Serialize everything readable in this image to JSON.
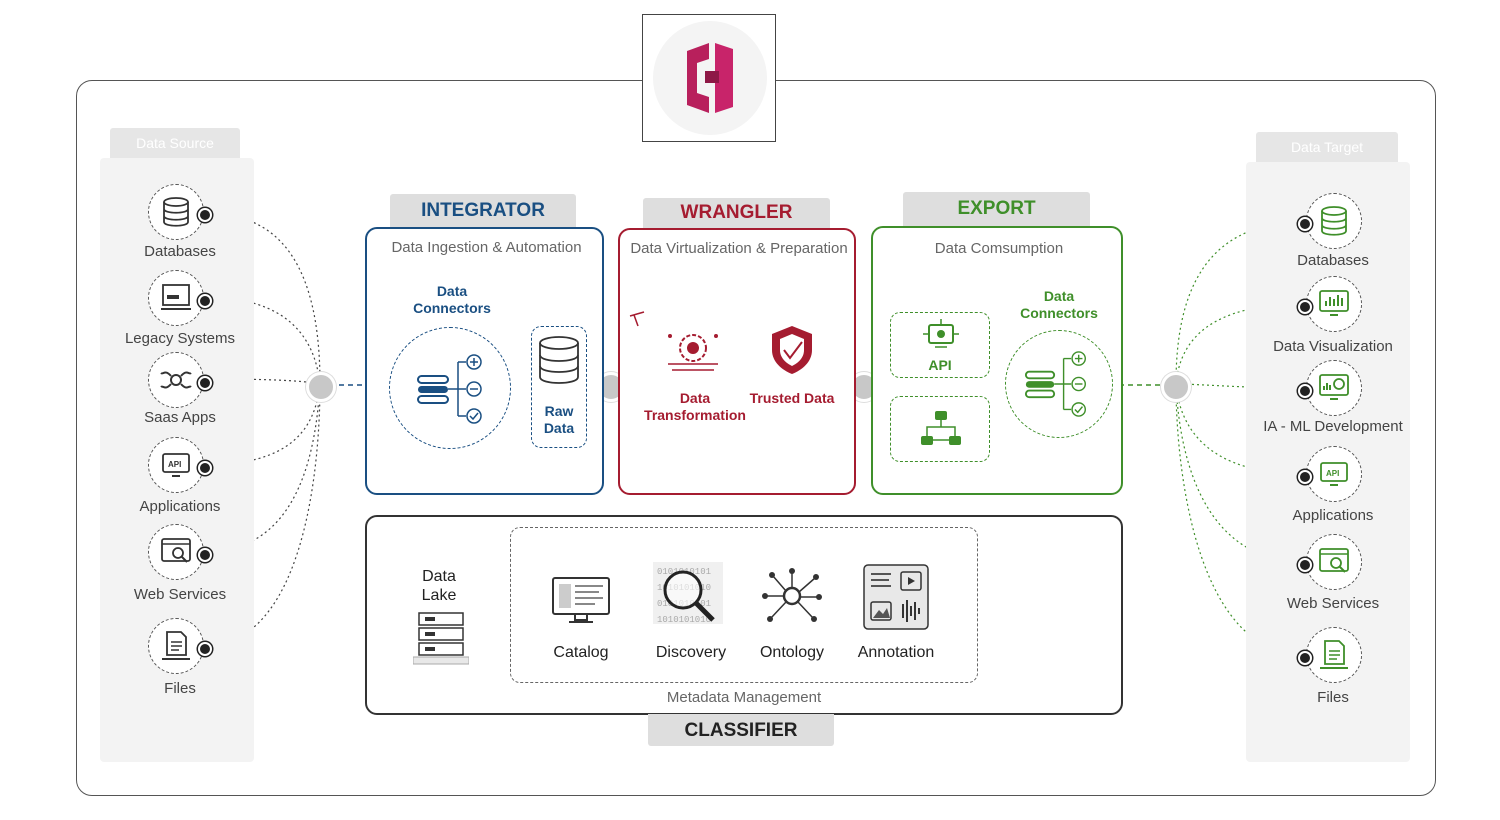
{
  "data_source": {
    "header": "Data Source",
    "items": [
      {
        "label": "Databases",
        "icon": "database-icon"
      },
      {
        "label": "Legacy Systems",
        "icon": "legacy-system-icon"
      },
      {
        "label": "Saas Apps",
        "icon": "saas-apps-icon"
      },
      {
        "label": "Applications",
        "icon": "api-monitor-icon"
      },
      {
        "label": "Web Services",
        "icon": "web-services-icon"
      },
      {
        "label": "Files",
        "icon": "files-icon"
      }
    ]
  },
  "data_target": {
    "header": "Data Target",
    "items": [
      {
        "label": "Databases",
        "icon": "database-icon"
      },
      {
        "label": "Data Visualization",
        "icon": "data-visualization-icon"
      },
      {
        "label": "IA - ML Development",
        "icon": "ml-development-icon"
      },
      {
        "label": "Applications",
        "icon": "api-monitor-icon"
      },
      {
        "label": "Web Services",
        "icon": "web-services-icon"
      },
      {
        "label": "Files",
        "icon": "files-icon"
      }
    ]
  },
  "integrator": {
    "title": "INTEGRATOR",
    "subtitle": "Data Ingestion & Automation",
    "connectors_label": "Data Connectors",
    "raw_label": "Raw Data",
    "color": "#1a4f82"
  },
  "wrangler": {
    "title": "WRANGLER",
    "subtitle": "Data Virtualization & Preparation",
    "transform_label": "Data Transformation",
    "trusted_label": "Trusted Data",
    "color": "#a51c30"
  },
  "export": {
    "title": "EXPORT",
    "subtitle": "Data Comsumption",
    "api_label": "API",
    "connectors_label": "Data Connectors",
    "color": "#3f8f2a"
  },
  "classifier": {
    "title": "CLASSIFIER",
    "data_lake": "Data Lake",
    "metadata": "Metadata Management",
    "items": [
      {
        "label": "Catalog",
        "icon": "catalog-icon"
      },
      {
        "label": "Discovery",
        "icon": "discovery-icon"
      },
      {
        "label": "Ontology",
        "icon": "ontology-icon"
      },
      {
        "label": "Annotation",
        "icon": "annotation-icon"
      }
    ]
  },
  "colors": {
    "logo": "#b8205c",
    "frame": "#555555"
  }
}
